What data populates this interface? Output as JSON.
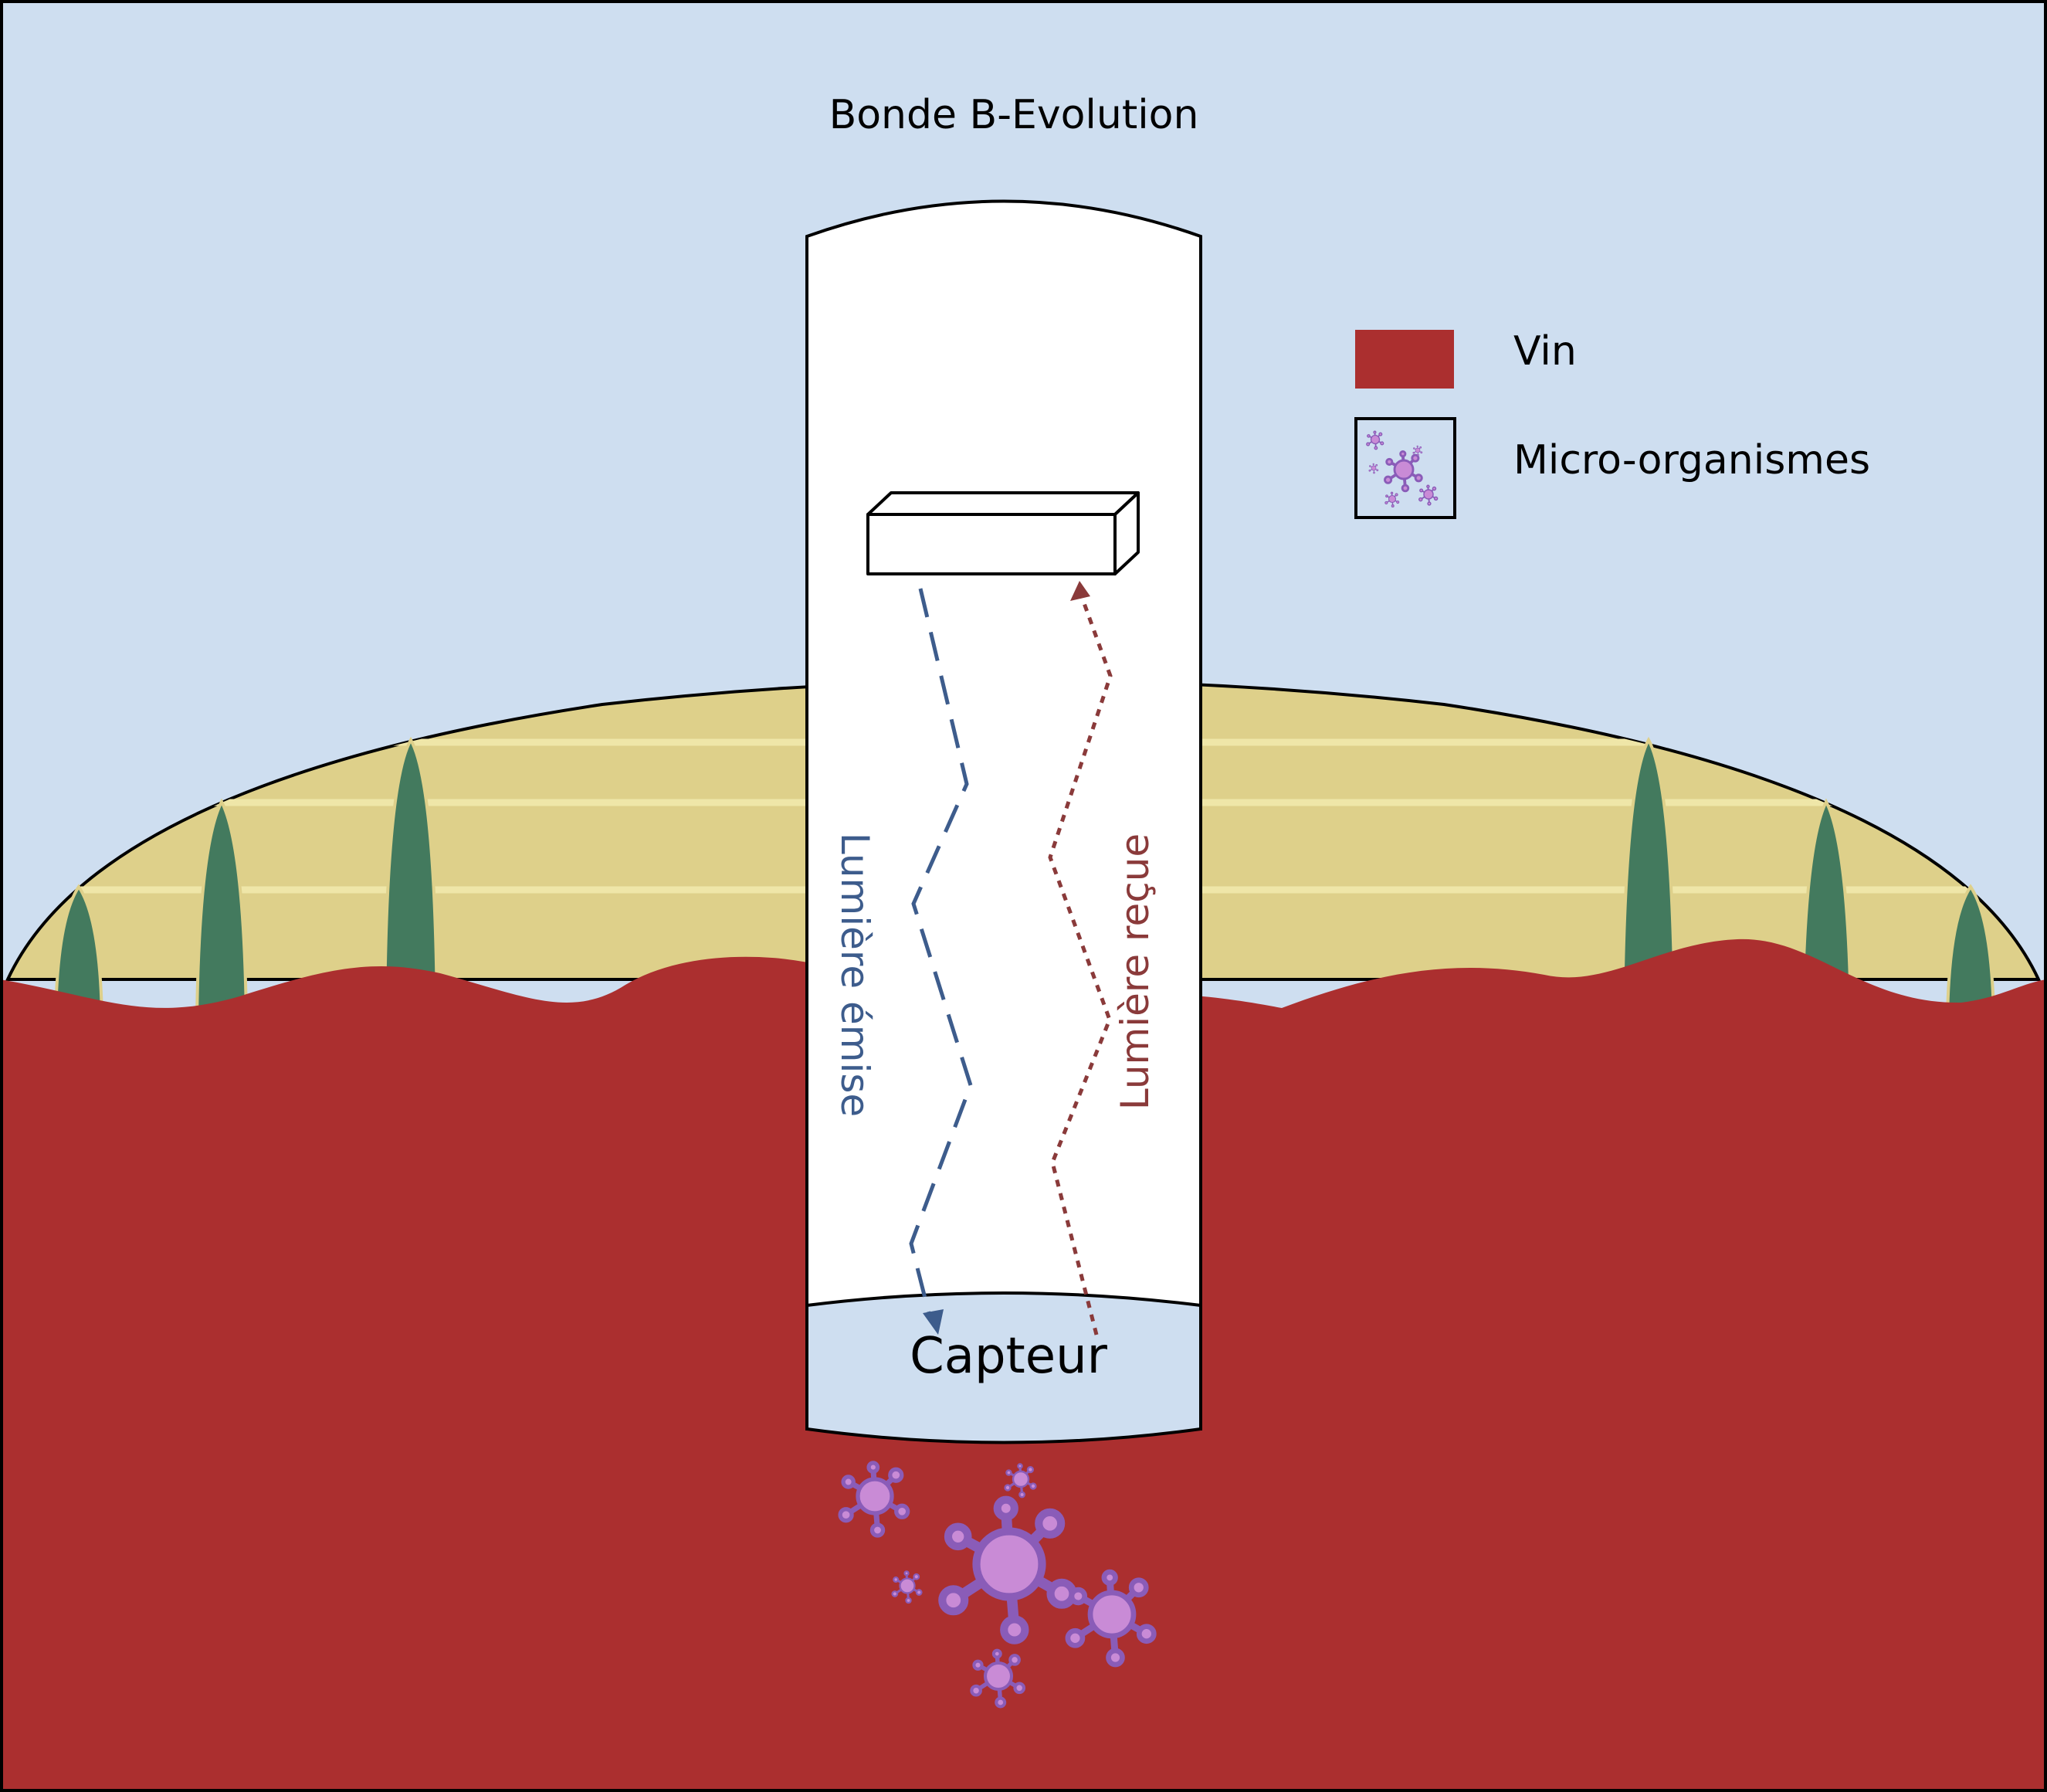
{
  "title": "Bonde B-Evolution",
  "sensor_label": "Capteur",
  "emitted_label": "Lumière émise",
  "received_label": "Lumière reçue",
  "legend": {
    "wine_label": "Vin",
    "microbes_label": "Micro-organismes"
  },
  "colors": {
    "sky": "#cedef0",
    "hill": "#ded08a",
    "hill_stripe": "#efe6a8",
    "wine": "#ab2f2f",
    "cypress": "#437a5e",
    "emitted_light": "#3d5c8c",
    "received_light": "#8a3a3a",
    "microbe_fill": "#c98bd6",
    "microbe_stroke": "#8a5cb8",
    "sensor": "#cedef0"
  },
  "icons": [
    "emitter-box-icon",
    "microbe-icon",
    "cypress-tree-icon"
  ]
}
